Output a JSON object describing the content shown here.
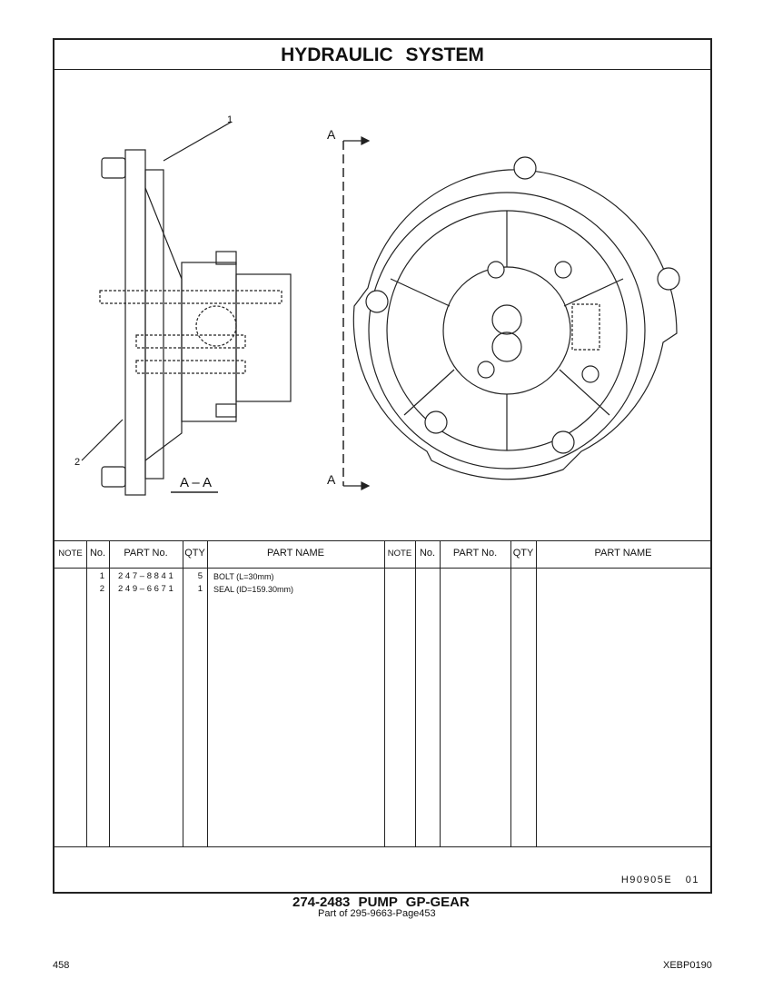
{
  "title": "HYDRAULIC SYSTEM",
  "drawing": {
    "callouts": [
      "1",
      "2"
    ],
    "section_marks": [
      "A",
      "A"
    ],
    "section_label": "A – A"
  },
  "table": {
    "headers": [
      "NOTE",
      "No.",
      "PART No.",
      "QTY",
      "PART NAME"
    ],
    "rows": [
      {
        "no": "1",
        "part_no": "2 4 7 – 8 8 4 1",
        "qty": "5",
        "name": "BOLT (L=30mm)"
      },
      {
        "no": "2",
        "part_no": "2 4 9 – 6 6 7 1",
        "qty": "1",
        "name": "SEAL (ID=159.30mm)"
      }
    ]
  },
  "footer_code": "H90905E 01",
  "part_title": "274-2483 PUMP GP-GEAR",
  "part_of": "Part of 295-9663-Page453",
  "page_number": "458",
  "doc_code": "XEBP0190"
}
